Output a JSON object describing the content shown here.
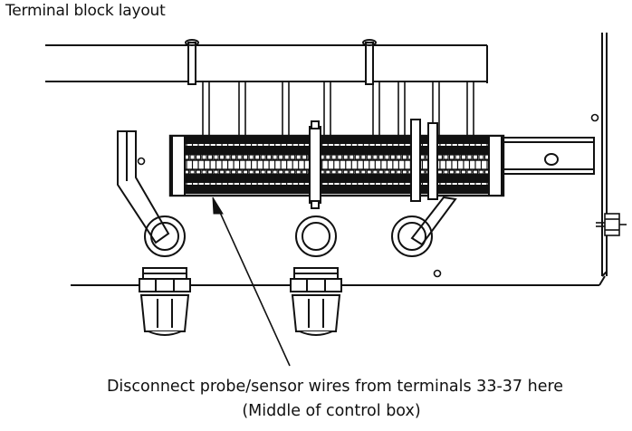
{
  "diagram": {
    "title": "Terminal block layout",
    "callout_line1": "Disconnect probe/sensor wires from terminals 33-37 here",
    "callout_line2": "(Middle of control box)",
    "line_color": "#111111",
    "background_color": "#ffffff",
    "terminal_count": 52
  }
}
